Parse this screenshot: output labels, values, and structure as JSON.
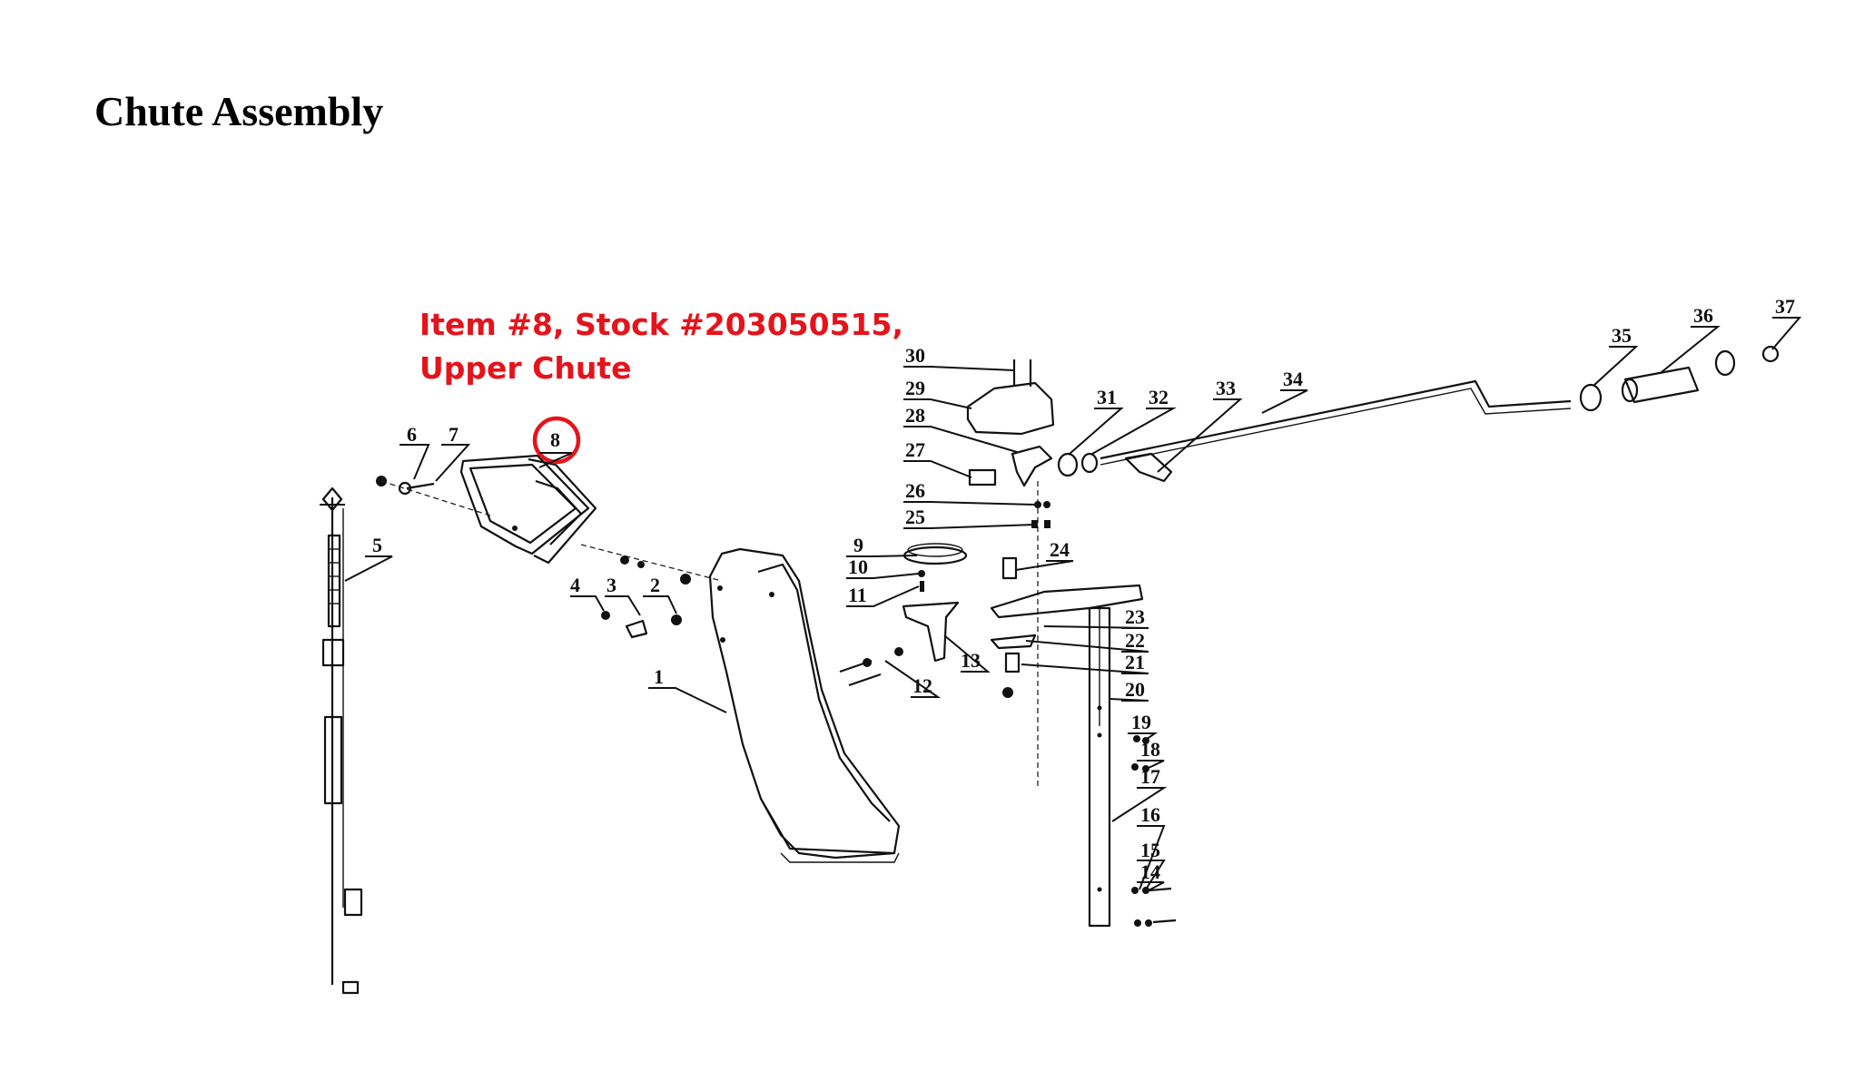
{
  "title": "Chute Assembly",
  "callout": {
    "line1": "Item #8, Stock #203050515,",
    "line2": "Upper Chute",
    "highlight_item": "8",
    "color": "#e5131b"
  },
  "part_labels": [
    "1",
    "2",
    "3",
    "4",
    "5",
    "6",
    "7",
    "8",
    "9",
    "10",
    "11",
    "12",
    "13",
    "14",
    "15",
    "16",
    "17",
    "18",
    "19",
    "20",
    "21",
    "22",
    "23",
    "24",
    "25",
    "26",
    "27",
    "28",
    "29",
    "30",
    "31",
    "32",
    "33",
    "34",
    "35",
    "36",
    "37"
  ]
}
